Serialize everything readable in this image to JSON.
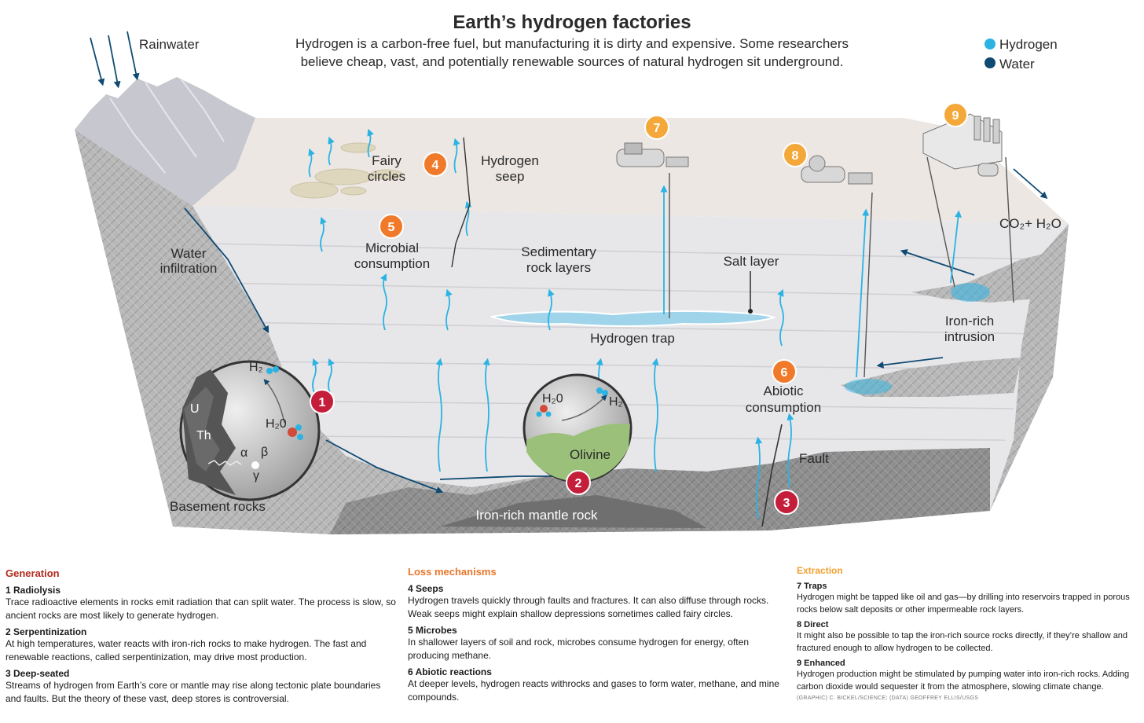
{
  "header": {
    "title": "Earth’s hydrogen factories",
    "subtitle_line1": "Hydrogen is a carbon-free fuel, but manufacturing it is dirty and expensive. Some researchers",
    "subtitle_line2": "believe cheap, vast, and potentially renewable sources of natural hydrogen sit underground."
  },
  "legend": {
    "hydrogen": "Hydrogen",
    "water": "Water",
    "hydrogen_color": "#2bb3e3",
    "water_color": "#0f4a72"
  },
  "diagram": {
    "rainwater": "Rainwater",
    "water_infiltration_1": "Water",
    "water_infiltration_2": "infiltration",
    "fairy_circles_1": "Fairy",
    "fairy_circles_2": "circles",
    "hydrogen_seep_1": "Hydrogen",
    "hydrogen_seep_2": "seep",
    "microbial_1": "Microbial",
    "microbial_2": "consumption",
    "sedimentary_1": "Sedimentary",
    "sedimentary_2": "rock layers",
    "salt_layer": "Salt layer",
    "hydrogen_trap": "Hydrogen trap",
    "abiotic_1": "Abiotic",
    "abiotic_2": "consumption",
    "fault": "Fault",
    "iron_intrusion_1": "Iron-rich",
    "iron_intrusion_2": "intrusion",
    "co2_h2o": "CO₂+ H₂O",
    "basement_rocks": "Basement rocks",
    "mantle_rock": "Iron-rich mantle rock",
    "olivine": "Olivine",
    "uranium": "U",
    "thorium": "Th",
    "h2": "H₂",
    "h2o": "H₂0",
    "alpha": "α",
    "beta": "β",
    "gamma": "γ",
    "markers": [
      "1",
      "2",
      "3",
      "4",
      "5",
      "6",
      "7",
      "8",
      "9"
    ],
    "colors": {
      "generation": "#c41e3a",
      "loss": "#f07a2a",
      "extraction": "#f5a83a"
    }
  },
  "sections": {
    "generation": {
      "heading": "Generation",
      "color": "#b22a1e",
      "items": [
        {
          "title": "1 Radiolysis",
          "text": "Trace radioactive elements in rocks emit radiation that can split water. The process is slow, so ancient rocks are most likely to generate hydrogen."
        },
        {
          "title": "2 Serpentinization",
          "text": "At high temperatures, water reacts with iron-rich rocks to make hydrogen. The fast and renewable reactions, called serpentinization, may drive most production."
        },
        {
          "title": "3 Deep-seated",
          "text": "Streams of hydrogen from Earth’s core or mantle may rise along tectonic plate boundaries and faults. But the theory of these vast, deep stores is controversial."
        }
      ]
    },
    "loss": {
      "heading": "Loss mechanisms",
      "color": "#e8762a",
      "items": [
        {
          "title": "4 Seeps",
          "text": "Hydrogen travels quickly through faults and fractures. It can also diffuse through rocks. Weak seeps might explain shallow depressions sometimes called fairy circles."
        },
        {
          "title": "5 Microbes",
          "text": "In shallower layers of soil and rock, microbes consume hydrogen for energy, often producing methane."
        },
        {
          "title": "6 Abiotic reactions",
          "text": "At deeper levels, hydrogen reacts withrocks and gases to form water, methane, and mine compounds."
        }
      ]
    },
    "extraction": {
      "heading": "Extraction",
      "color": "#f0a030",
      "items": [
        {
          "title": "7 Traps",
          "text": "Hydrogen might be tapped like oil and gas—by drilling into reservoirs trapped in porous rocks below salt deposits or other impermeable rock layers."
        },
        {
          "title": "8 Direct",
          "text": "It might also be possible to tap the iron-rich source rocks directly, if they’re shallow and fractured enough to allow hydrogen to be collected."
        },
        {
          "title": "9 Enhanced",
          "text": "Hydrogen production might be stimulated by pumping water into iron-rich rocks. Adding carbon dioxide would sequester it from the atmosphere, slowing climate change."
        }
      ],
      "credit": "(GRAPHIC) C. BICKEL/SCIENCE; (DATA) GEOFFREY ELLIS/USGS"
    }
  }
}
